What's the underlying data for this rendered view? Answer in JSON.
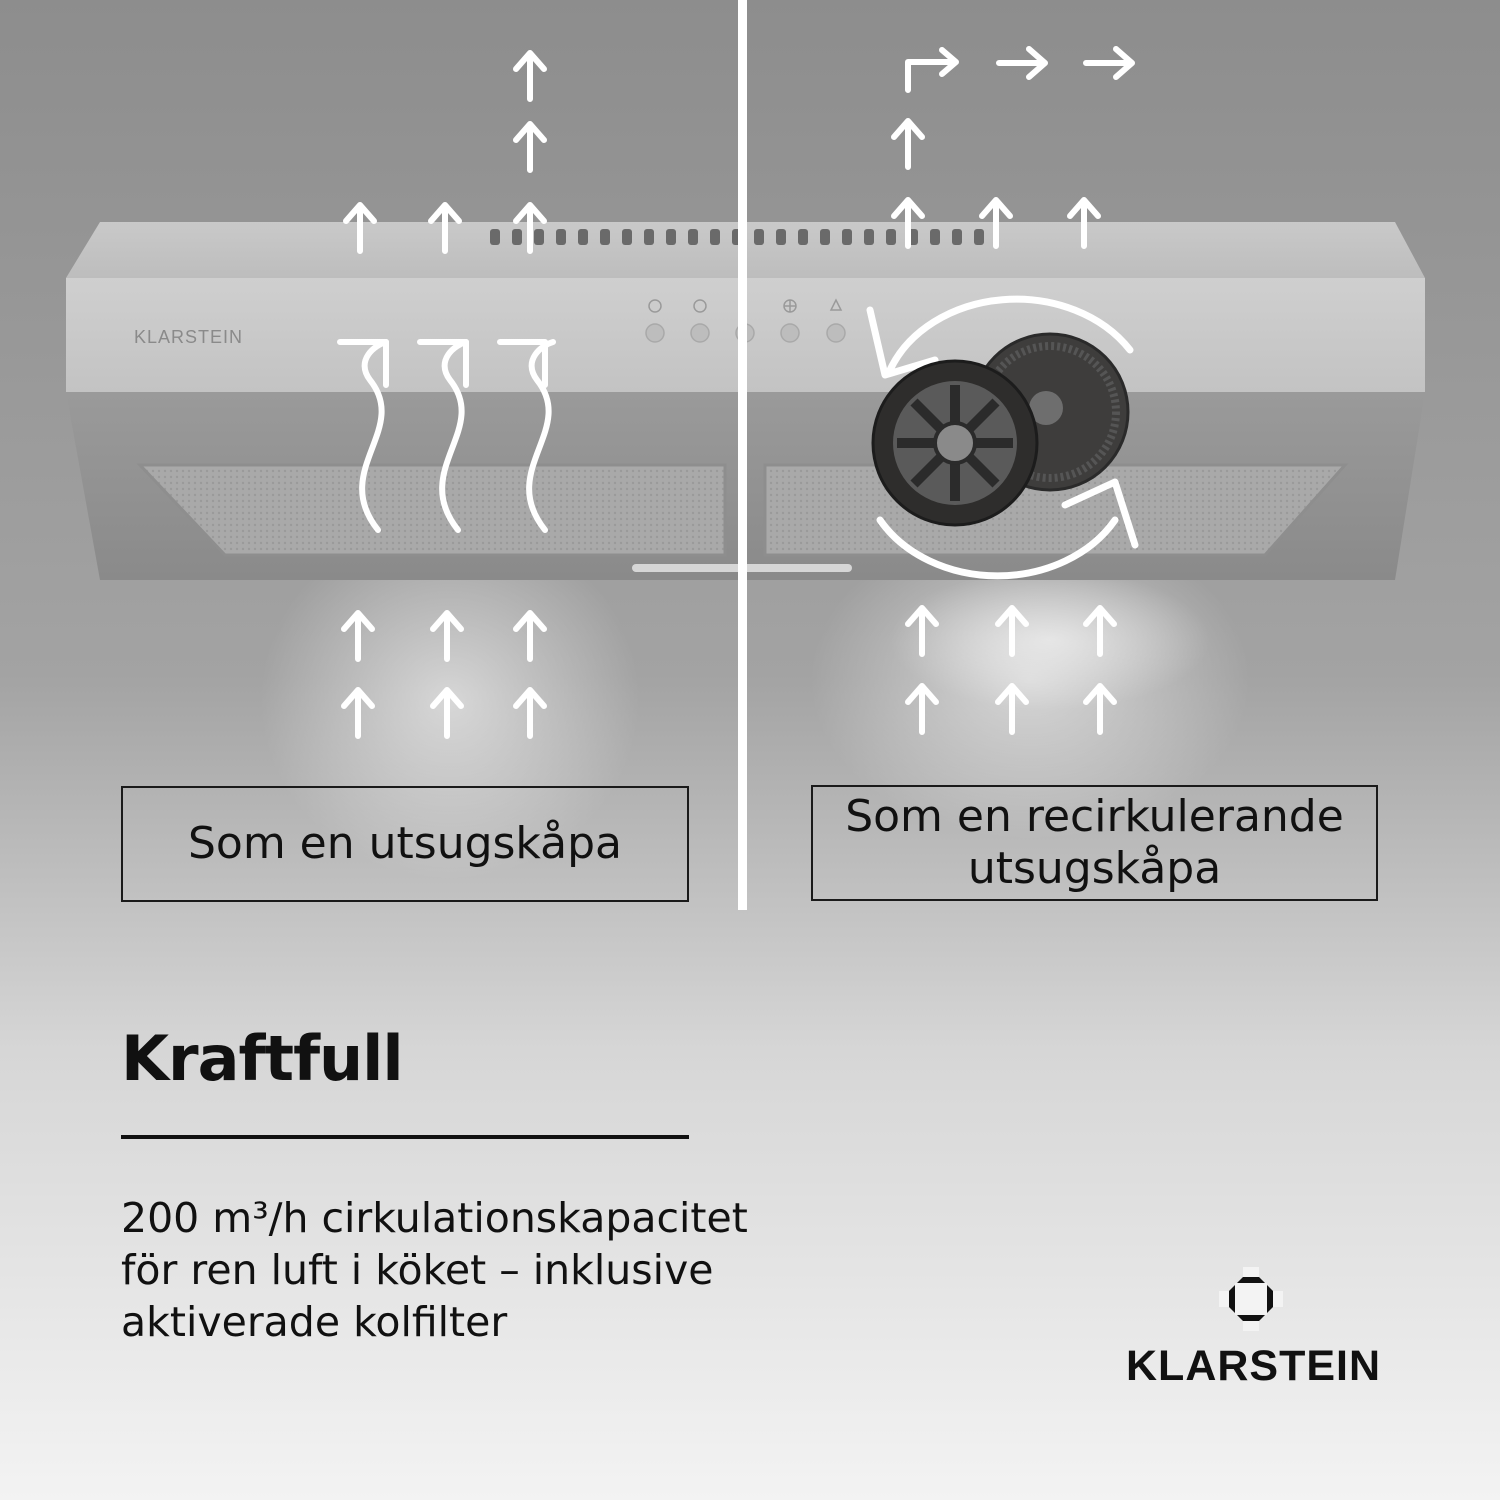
{
  "colors": {
    "background_top": "#8f8f8f",
    "background_bottom": "#f2f2f2",
    "text": "#111111",
    "arrow": "#ffffff"
  },
  "hood": {
    "brand_text": "KLARSTEIN"
  },
  "left_panel": {
    "label": "Som en utsugskåpa"
  },
  "right_panel": {
    "label_line1": "Som en recirkulerande",
    "label_line2": "utsugskåpa"
  },
  "headline": "Kraftfull",
  "description": {
    "line1": "200 m³/h cirkulationskapacitet",
    "line2": "för ren luft i köket – inklusive",
    "line3": "aktiverade kolfilter"
  },
  "brand": {
    "name": "KLARSTEIN",
    "logo_icon": "klarstein-logo-icon"
  },
  "icons": [
    "up-arrow-icon",
    "right-arrow-icon",
    "wavy-arrow-icon",
    "circular-arrow-icon",
    "carbon-filter-icon",
    "power-icon",
    "fan-icon",
    "light-icon"
  ]
}
